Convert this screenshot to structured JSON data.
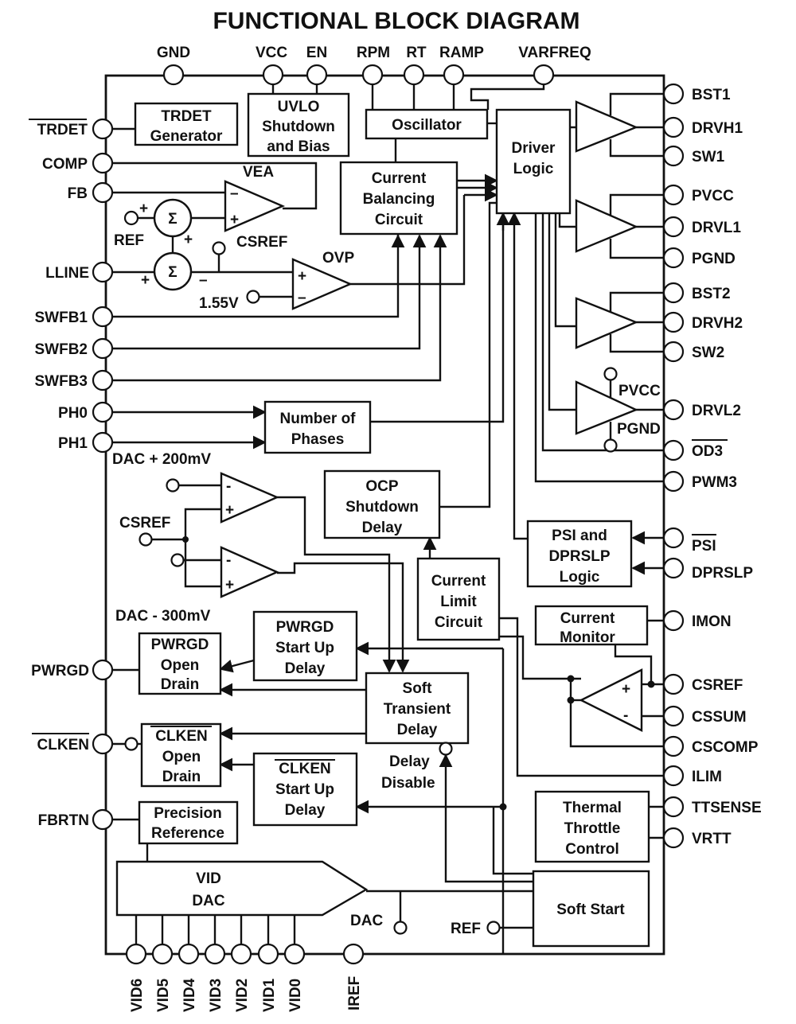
{
  "title": "FUNCTIONAL BLOCK DIAGRAM",
  "pins": {
    "top": [
      "GND",
      "VCC",
      "EN",
      "RPM",
      "RT",
      "RAMP",
      "VARFREQ"
    ],
    "left": [
      "TRDET",
      "COMP",
      "FB",
      "LLINE",
      "SWFB1",
      "SWFB2",
      "SWFB3",
      "PH0",
      "PH1",
      "PWRGD",
      "CLKEN",
      "FBRTN"
    ],
    "right": [
      "BST1",
      "DRVH1",
      "SW1",
      "PVCC",
      "DRVL1",
      "PGND",
      "BST2",
      "DRVH2",
      "SW2",
      "DRVL2",
      "OD3",
      "PWM3",
      "PSI",
      "DPRSLP",
      "IMON",
      "CSREF",
      "CSSUM",
      "CSCOMP",
      "ILIM",
      "TTSENSE",
      "VRTT"
    ],
    "bottom": [
      "VID6",
      "VID5",
      "VID4",
      "VID3",
      "VID2",
      "VID1",
      "VID0",
      "IREF"
    ]
  },
  "blocks": {
    "uvlo": [
      "UVLO",
      "Shutdown",
      "and Bias"
    ],
    "trdet_gen": [
      "TRDET",
      "Generator"
    ],
    "oscillator": "Oscillator",
    "driver_logic": [
      "Driver",
      "Logic"
    ],
    "current_balancing": [
      "Current",
      "Balancing",
      "Circuit"
    ],
    "number_of_phases": [
      "Number of",
      "Phases"
    ],
    "ocp": [
      "OCP",
      "Shutdown",
      "Delay"
    ],
    "current_limit": [
      "Current",
      "Limit",
      "Circuit"
    ],
    "psi_logic": [
      "PSI and",
      "DPRSLP",
      "Logic"
    ],
    "current_monitor": [
      "Current",
      "Monitor"
    ],
    "pwrgd_start": [
      "PWRGD",
      "Start Up",
      "Delay"
    ],
    "pwrgd_open": [
      "PWRGD",
      "Open",
      "Drain"
    ],
    "soft_transient": [
      "Soft",
      "Transient",
      "Delay"
    ],
    "clken_open": [
      "CLKEN",
      "Open",
      "Drain"
    ],
    "clken_start": [
      "CLKEN",
      "Start Up",
      "Delay"
    ],
    "thermal": [
      "Thermal",
      "Throttle",
      "Control"
    ],
    "precision_ref": [
      "Precision",
      "Reference"
    ],
    "vid_dac": [
      "VID",
      "DAC"
    ],
    "soft_start": "Soft Start"
  },
  "labels": {
    "vea": "VEA",
    "ovp": "OVP",
    "ref": "REF",
    "csref": "CSREF",
    "v155": "1.55V",
    "sigma": "Σ",
    "dac_plus": "DAC + 200mV",
    "dac_minus": "DAC - 300mV",
    "csref_mid": "CSREF",
    "pvcc_small": "PVCC",
    "pgnd_small": "PGND",
    "delay_disable": [
      "Delay",
      "Disable"
    ],
    "dac": "DAC",
    "ref_bottom": "REF",
    "plus": "+",
    "minus": "–"
  }
}
